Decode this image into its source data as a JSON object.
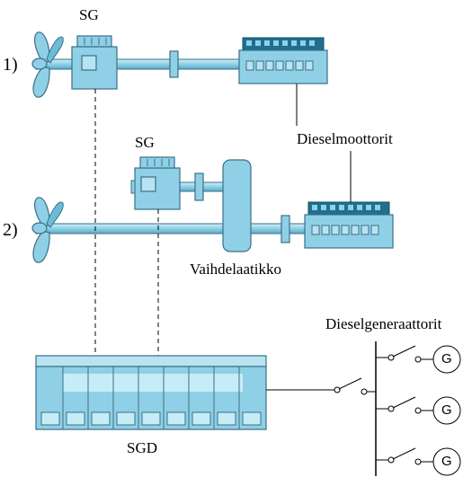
{
  "labels": {
    "sg_top": "SG",
    "sg_mid": "SG",
    "row1": "1)",
    "row2": "2)",
    "dieselmoottorit": "Dieselmoottorit",
    "vaihdelaatikko": "Vaihdelaatikko",
    "dieselgeneraattorit": "Dieselgeneraattorit",
    "sgd": "SGD",
    "generator_symbol": "G"
  },
  "colors": {
    "fill": "#8fd0e6",
    "fill_light": "#b8e3f0",
    "stroke": "#3b6f88",
    "dark": "#1f6f8f",
    "line": "#000000"
  },
  "generators": [
    {
      "id": "gen-1"
    },
    {
      "id": "gen-2"
    },
    {
      "id": "gen-3"
    }
  ]
}
